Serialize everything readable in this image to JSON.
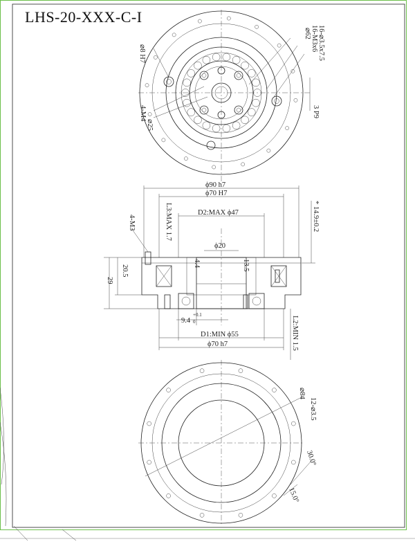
{
  "drawing": {
    "title": "LHS-20-XXX-C-I",
    "top_view": {
      "d8": "⌀8 H7",
      "holes16": "16-⌀3.5x7.5",
      "m3x6": "16-M3x6",
      "d62": "⌀62",
      "m4": "4-M4",
      "d25": "⌀25",
      "p9": "3 P9"
    },
    "side_view": {
      "d90": "ϕ90 h7",
      "d70top": "ϕ70 H7",
      "d2": "D2:MAX ϕ47",
      "l3": "L3:MAX 1.7",
      "m3": "4-M3",
      "d20": "ϕ20",
      "h44": "4.4",
      "h135": "13.5",
      "h205": "20.5",
      "h29": "29",
      "tol": "* 14.9±0.2",
      "h94": "9.4",
      "h94tol": "+0.1",
      "h94tol2": "0",
      "d1": "D1:MIN ϕ55",
      "d70bot": "ϕ70 h7",
      "l2": "L2:MIN 1.5"
    },
    "bottom_view": {
      "d84": "⌀84",
      "holes12": "12-⌀3.5",
      "a30": "30.0°",
      "a15": "15.0°"
    }
  }
}
